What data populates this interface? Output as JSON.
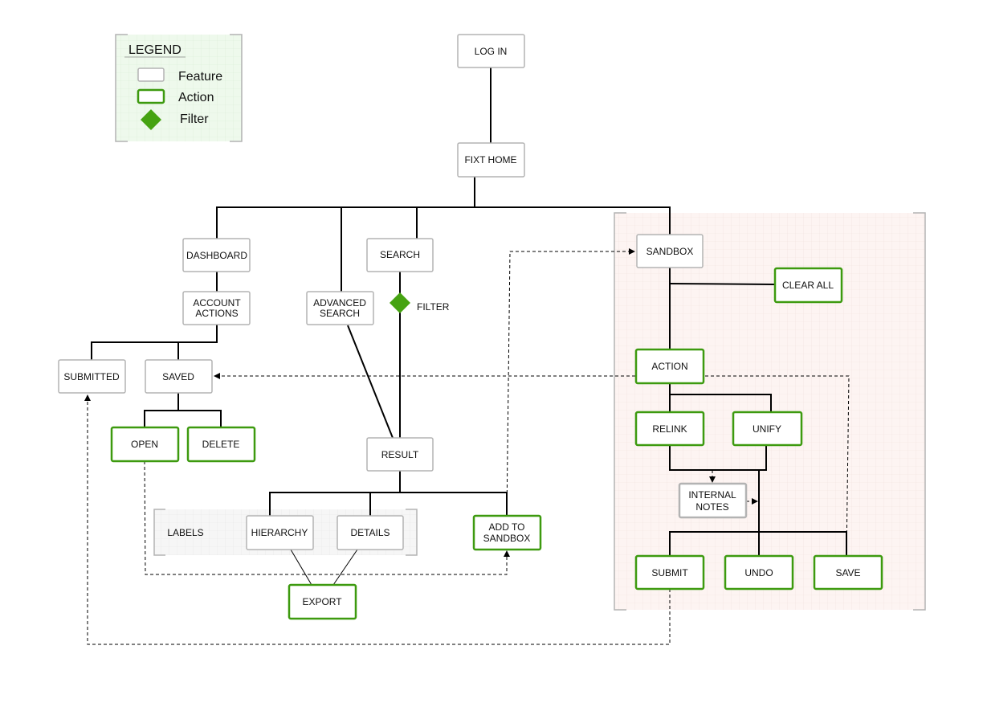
{
  "legend": {
    "title": "LEGEND",
    "feature_label": "Feature",
    "action_label": "Action",
    "filter_label": "Filter"
  },
  "nodes": {
    "login": [
      "LOG IN"
    ],
    "fixt_home": [
      "FIXT HOME"
    ],
    "dashboard": [
      "DASHBOARD"
    ],
    "account_actions": [
      "ACCOUNT",
      "ACTIONS"
    ],
    "advanced_search": [
      "ADVANCED",
      "SEARCH"
    ],
    "search": [
      "SEARCH"
    ],
    "filter": [
      "FILTER"
    ],
    "submitted": [
      "SUBMITTED"
    ],
    "saved": [
      "SAVED"
    ],
    "open": [
      "OPEN"
    ],
    "delete": [
      "DELETE"
    ],
    "result": [
      "RESULT"
    ],
    "labels": [
      "LABELS"
    ],
    "hierarchy": [
      "HIERARCHY"
    ],
    "details": [
      "DETAILS"
    ],
    "export": [
      "EXPORT"
    ],
    "add_to_sandbox": [
      "ADD TO",
      "SANDBOX"
    ],
    "sandbox": [
      "SANDBOX"
    ],
    "clear_all": [
      "CLEAR ALL"
    ],
    "action": [
      "ACTION"
    ],
    "relink": [
      "RELINK"
    ],
    "unify": [
      "UNIFY"
    ],
    "internal_notes": [
      "INTERNAL",
      "NOTES"
    ],
    "submit": [
      "SUBMIT"
    ],
    "undo": [
      "UNDO"
    ],
    "save": [
      "SAVE"
    ]
  },
  "colors": {
    "feature_border": "#b3b3b3",
    "action_border": "#3d9a0f",
    "filter_fill": "#46a312",
    "legend_bg": "#eef9ec",
    "sandbox_bg": "#fdf4f2",
    "labels_bg": "#f4f4f4",
    "line": "#000000"
  }
}
